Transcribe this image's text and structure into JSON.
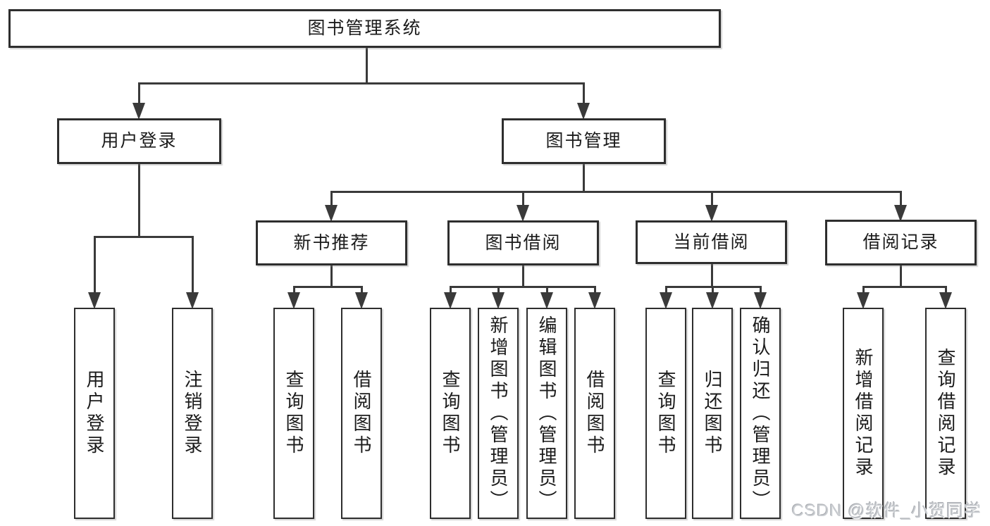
{
  "diagram": {
    "title": "图书管理系统",
    "nodes": [
      {
        "id": "library-management-system",
        "label": "图书管理系统"
      },
      {
        "id": "user-login",
        "label": "用户登录"
      },
      {
        "id": "book-management",
        "label": "图书管理"
      },
      {
        "id": "new-book-recommendation",
        "label": "新书推荐"
      },
      {
        "id": "book-borrowing",
        "label": "图书借阅"
      },
      {
        "id": "current-borrowing",
        "label": "当前借阅"
      },
      {
        "id": "borrowing-records",
        "label": "借阅记录"
      },
      {
        "id": "user-login-action",
        "label": "用户登录"
      },
      {
        "id": "logout-action",
        "label": "注销登录"
      },
      {
        "id": "query-books-recommend",
        "label": "查询图书"
      },
      {
        "id": "borrow-books-recommend",
        "label": "借阅图书"
      },
      {
        "id": "query-books-borrow",
        "label": "查询图书"
      },
      {
        "id": "add-books-admin",
        "label": "新增图书（管理员）"
      },
      {
        "id": "edit-books-admin",
        "label": "编辑图书（管理员）"
      },
      {
        "id": "borrow-books",
        "label": "借阅图书"
      },
      {
        "id": "query-books-current",
        "label": "查询图书"
      },
      {
        "id": "return-books",
        "label": "归还图书"
      },
      {
        "id": "confirm-return-admin",
        "label": "确认归还（管理员）"
      },
      {
        "id": "add-borrow-record",
        "label": "新增借阅记录"
      },
      {
        "id": "query-borrow-record",
        "label": "查询借阅记录"
      }
    ]
  },
  "watermark": {
    "text": "CSDN @软件_小贺同学"
  },
  "colors": {
    "line": "#3a3a3a",
    "box_border": "#2e2e2e",
    "text": "#1b1b1b",
    "watermark": "#c9ccd0",
    "background": "#ffffff"
  }
}
